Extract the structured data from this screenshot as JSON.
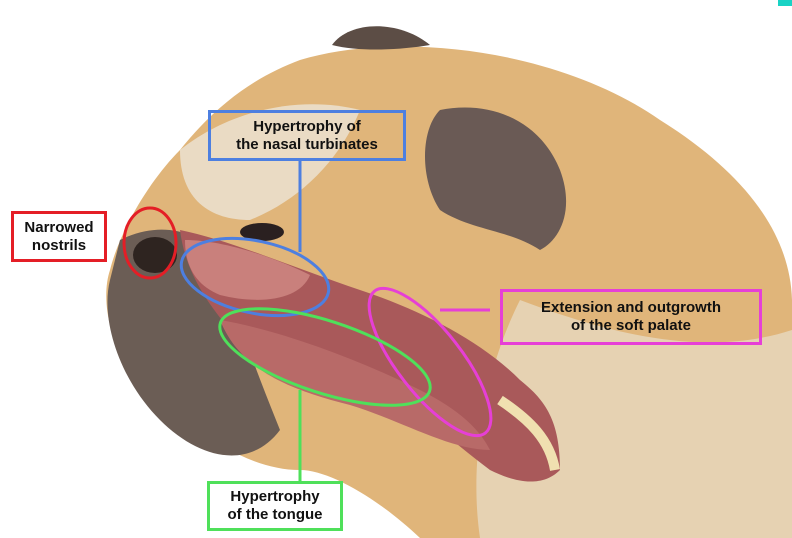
{
  "labels": {
    "nostrils": "Narrowed\nnostrils",
    "turbinates": "Hypertrophy of\nthe nasal turbinates",
    "soft_palate": "Extension and outgrowth\nof the soft palate",
    "tongue": "Hypertrophy\nof the tongue"
  },
  "colors": {
    "nostrils": "#e41e26",
    "turbinates": "#4d7fe0",
    "soft_palate": "#e63fd6",
    "tongue": "#4fe05a",
    "fur": "#d9a45e",
    "fur_light": "#efe3cf",
    "tissue": "#a9595a"
  }
}
